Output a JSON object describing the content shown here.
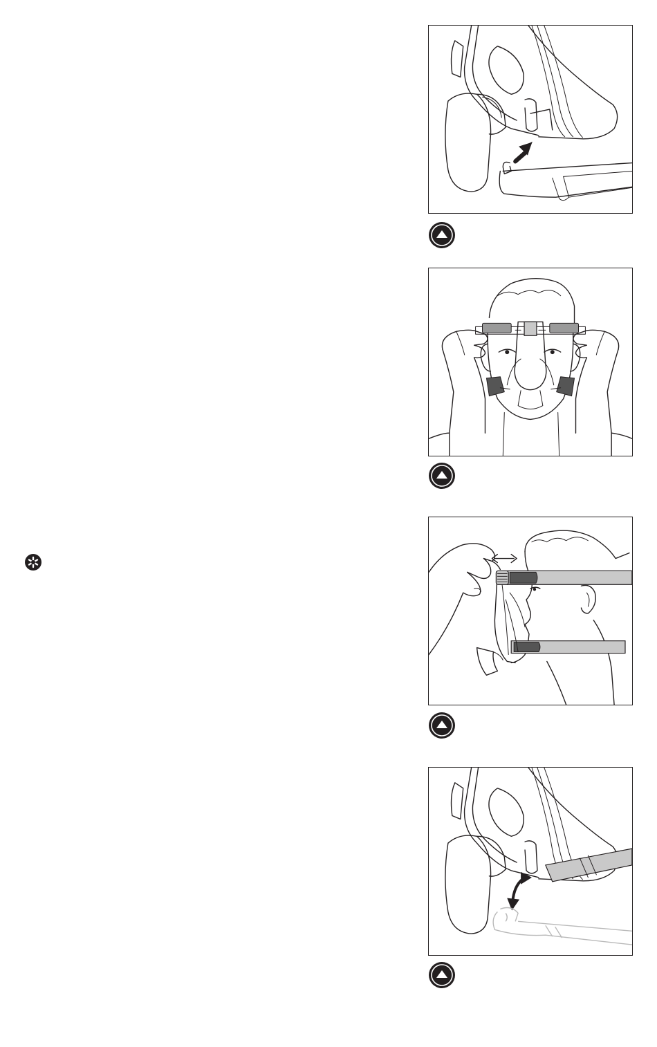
{
  "figures": [
    {
      "id": "fig1",
      "icon": "up-triangle-icon"
    },
    {
      "id": "fig2",
      "icon": "up-triangle-icon"
    },
    {
      "id": "fig3",
      "icon": "up-triangle-icon"
    },
    {
      "id": "fig4",
      "icon": "up-triangle-icon"
    }
  ],
  "note": {
    "icon": "asterisk-note-icon"
  },
  "colors": {
    "line": "#231f20",
    "strap_fill": "#c9c9c9",
    "strap_dark": "#555555",
    "ghost": "#b9b9b9"
  }
}
